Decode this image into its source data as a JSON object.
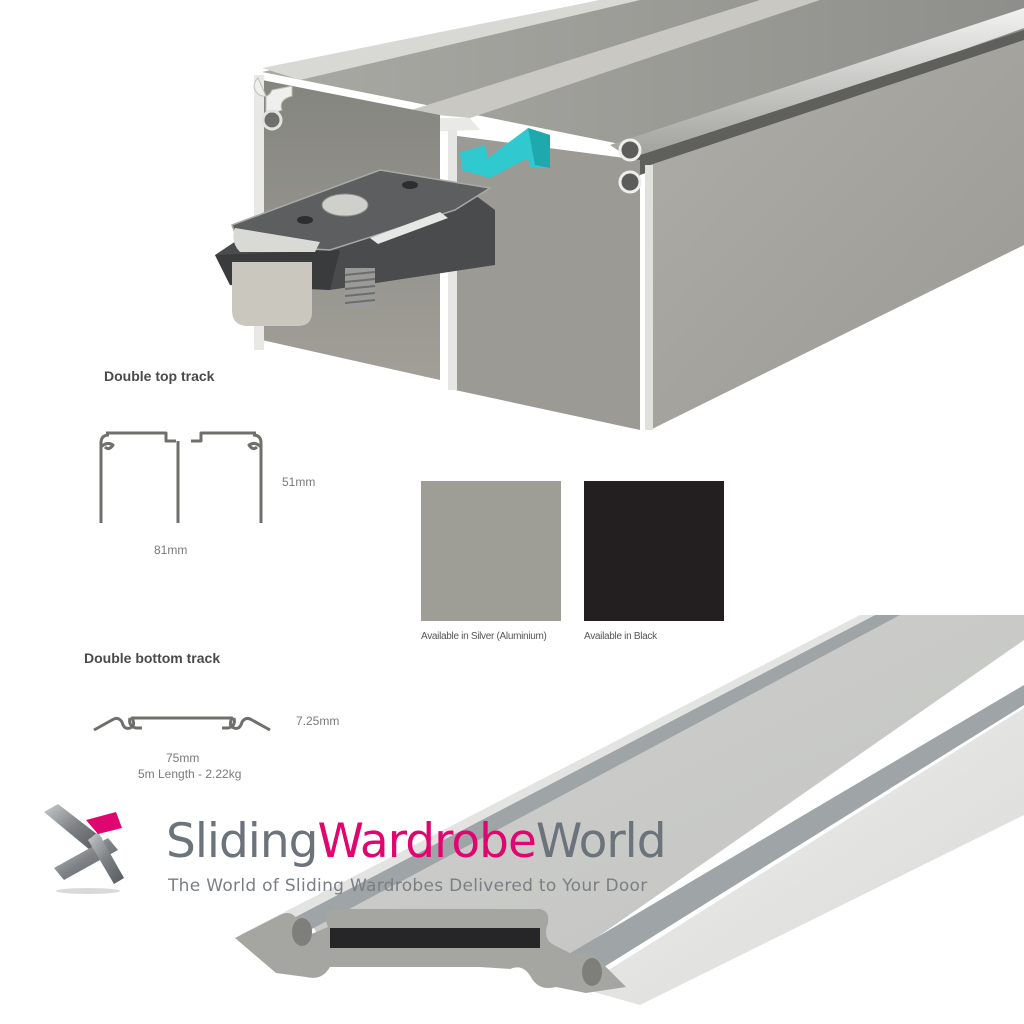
{
  "top_track": {
    "title": "Double top track",
    "height_label": "51mm",
    "width_label": "81mm"
  },
  "bottom_track": {
    "title": "Double bottom track",
    "height_label": "7.25mm",
    "width_label": "75mm",
    "length_weight_label": "5m Length - 2.22kg"
  },
  "finishes": [
    {
      "label": "Available in Silver (Aluminium)",
      "color": "#9e9e97"
    },
    {
      "label": "Available in Black",
      "color": "#231f20"
    }
  ],
  "brand": {
    "name_part1": "Sliding",
    "name_part2": "Wardrobe",
    "name_part3": "World",
    "tagline": "The World of Sliding Wardrobes Delivered to Your Door",
    "primary_color": "#6d737a",
    "accent_color": "#e0066f"
  },
  "render_colors": {
    "aluminium_light": "#d4d5d2",
    "aluminium_mid": "#a9a9a4",
    "aluminium_dark": "#8c8c87",
    "bracket": "#4a4b4d",
    "clip_teal": "#2fc9cf"
  }
}
